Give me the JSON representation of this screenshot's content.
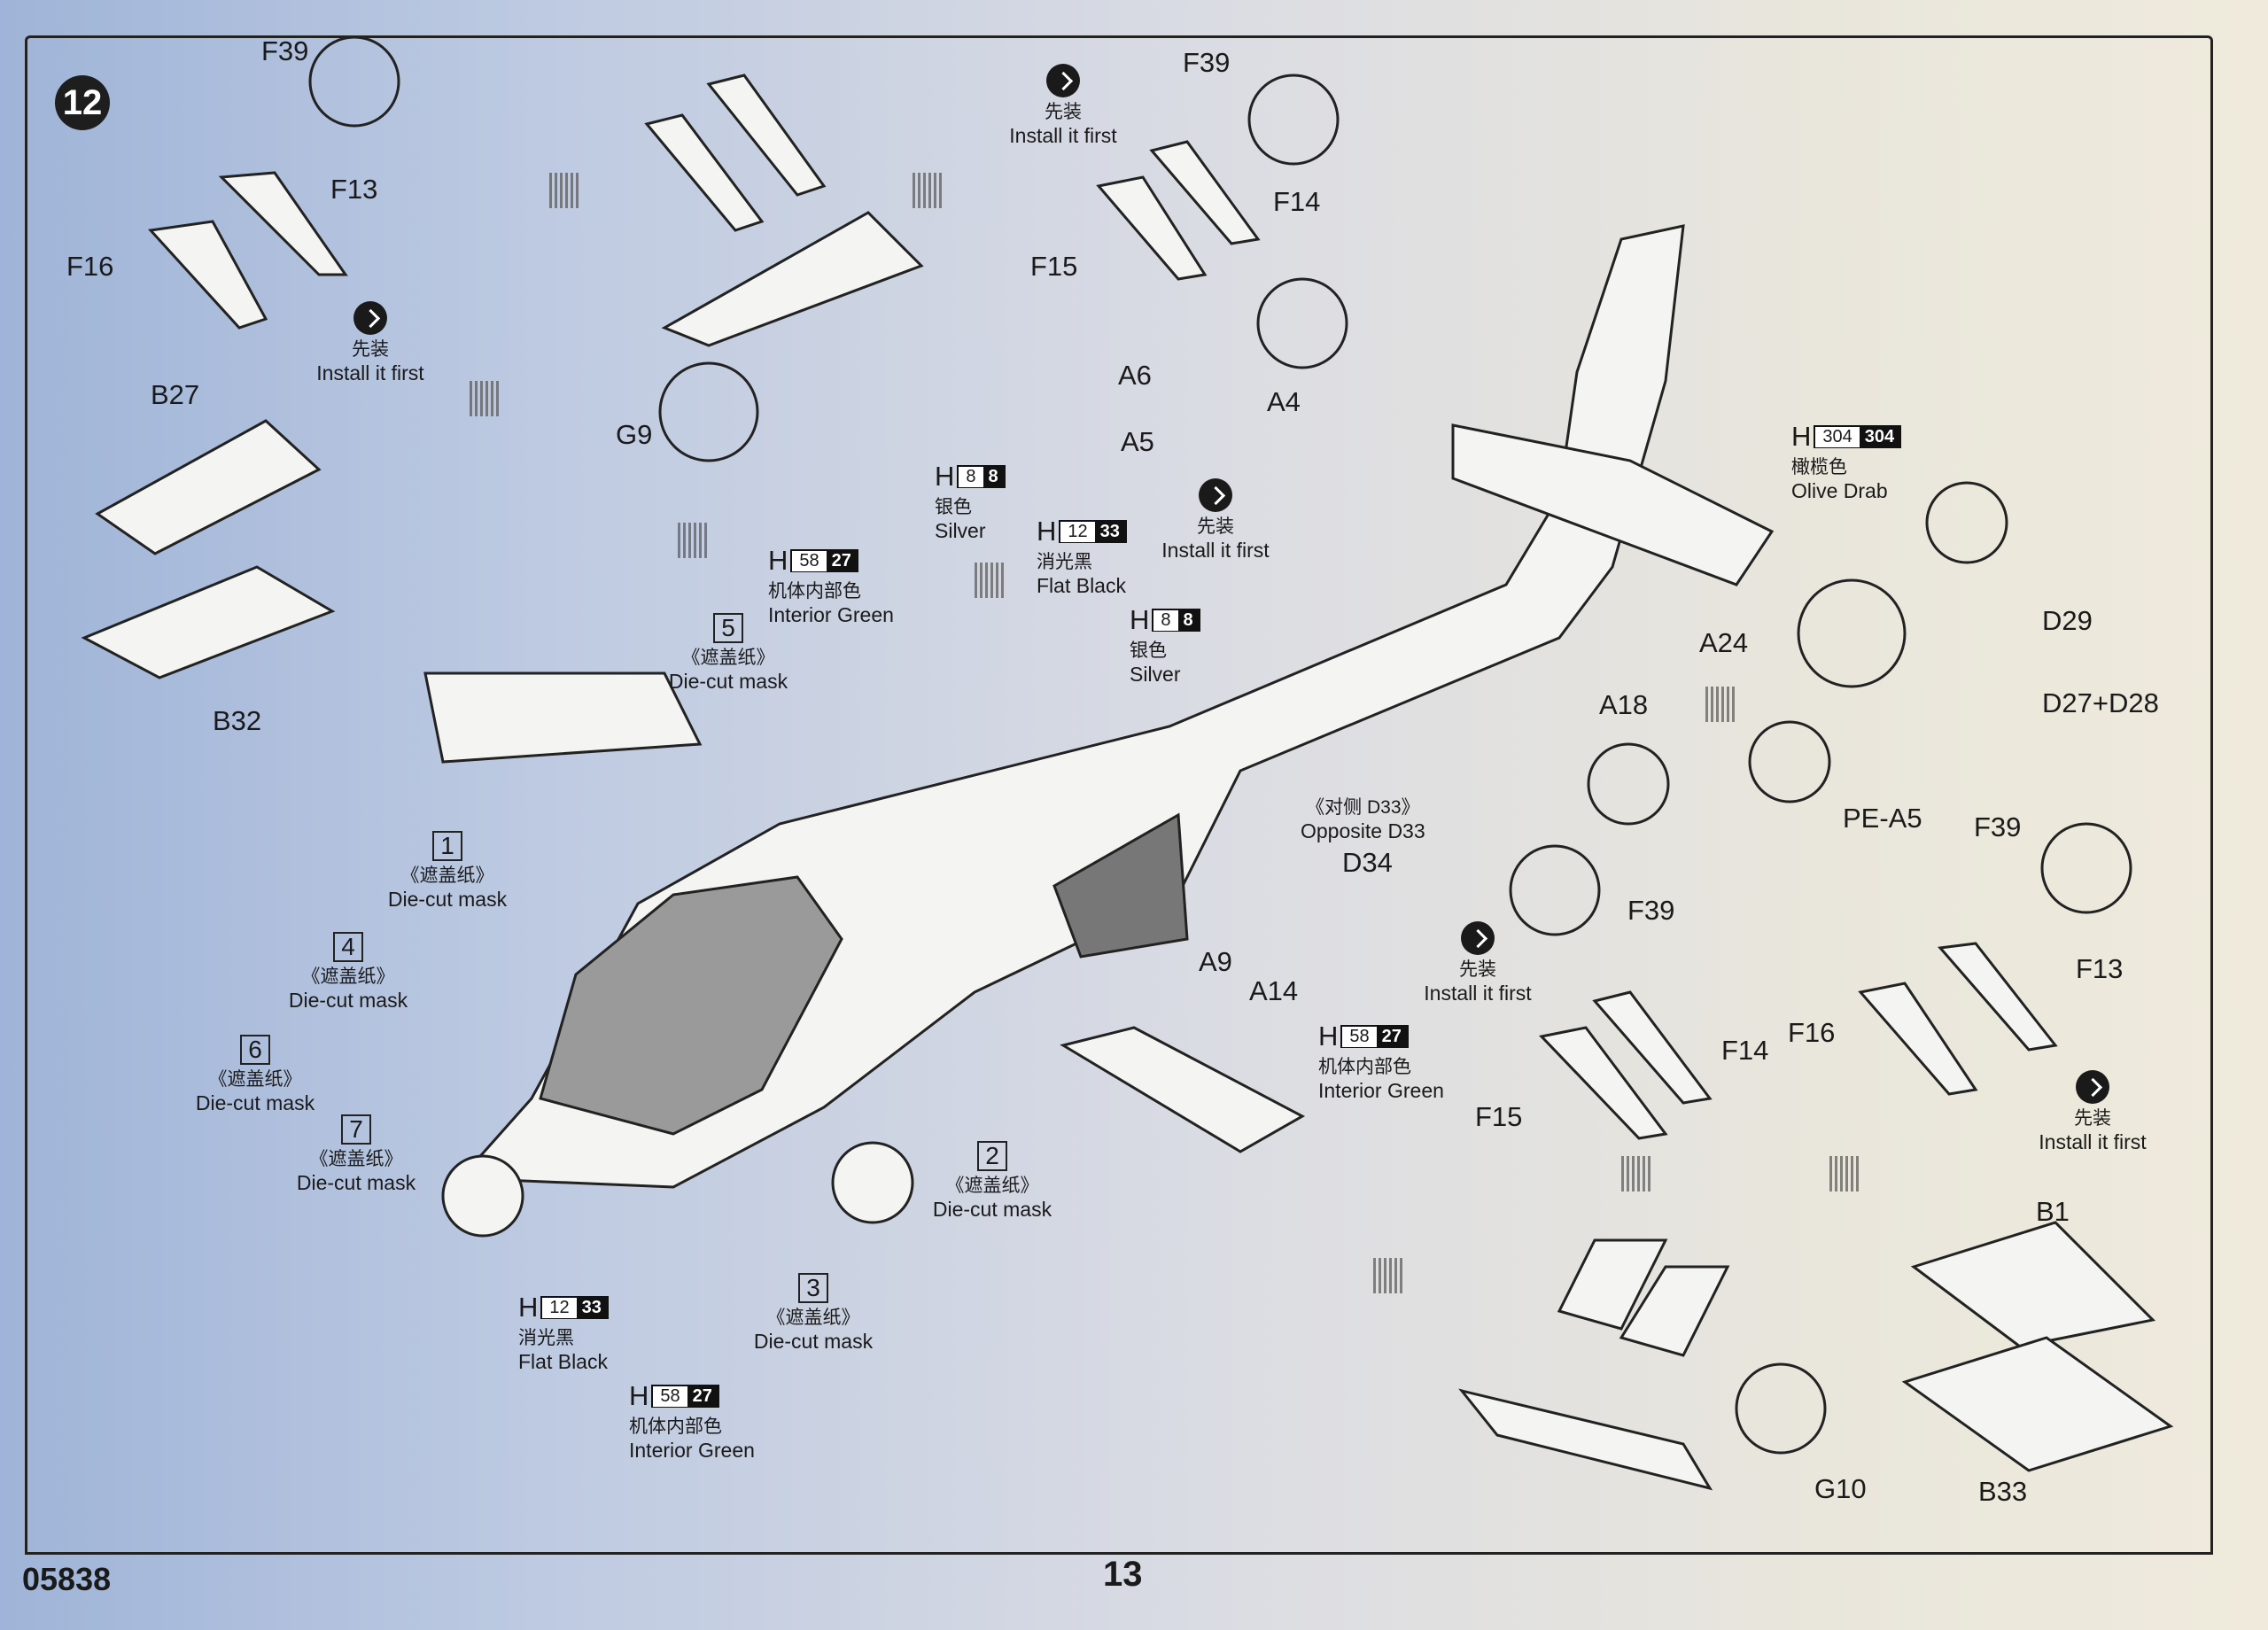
{
  "step_number": "12",
  "footer": {
    "code": "05838",
    "page": "13"
  },
  "install_first": {
    "cn": "先装",
    "en": "Install it first"
  },
  "mask": {
    "cn": "《遮盖纸》",
    "en": "Die-cut mask"
  },
  "paints": {
    "silver": {
      "h": "H",
      "a": "8",
      "b": "8",
      "cn": "银色",
      "en": "Silver"
    },
    "flat_black": {
      "h": "H",
      "a": "12",
      "b": "33",
      "cn": "消光黑",
      "en": "Flat Black"
    },
    "interior_green": {
      "h": "H",
      "a": "58",
      "b": "27",
      "cn": "机体内部色",
      "en": "Interior Green"
    },
    "olive_drab": {
      "h": "H",
      "a": "304",
      "b": "304",
      "cn": "橄榄色",
      "en": "Olive Drab"
    }
  },
  "masks": [
    "1",
    "2",
    "3",
    "4",
    "5",
    "6",
    "7"
  ],
  "opposite": {
    "cn": "《对侧 D33》",
    "en": "Opposite D33"
  },
  "parts": {
    "F39": "F39",
    "F13": "F13",
    "F16": "F16",
    "F14": "F14",
    "F15": "F15",
    "B27": "B27",
    "B32": "B32",
    "G9": "G9",
    "A6": "A6",
    "A5": "A5",
    "A4": "A4",
    "A24": "A24",
    "A18": "A18",
    "D29": "D29",
    "D27D28": "D27+D28",
    "PEA5": "PE-A5",
    "D34": "D34",
    "A9": "A9",
    "A14": "A14",
    "B1": "B1",
    "B33": "B33",
    "G10": "G10"
  }
}
